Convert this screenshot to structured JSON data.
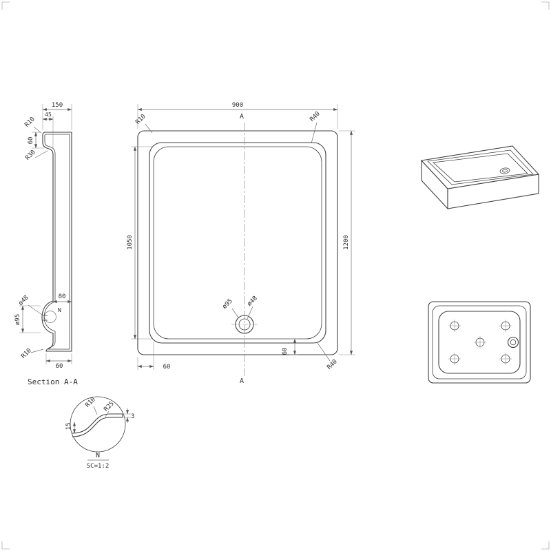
{
  "drawing": {
    "section": {
      "dim_150": "150",
      "dim_45": "45",
      "r10_top": "R10",
      "dim_60_top": "60",
      "r30": "R30",
      "dia_48": "ø48",
      "dia_95": "ø95",
      "dim_80": "80",
      "r10_bottom": "R10",
      "dim_60_bottom": "60",
      "detail_mark": "N",
      "caption": "Section A-A"
    },
    "plan": {
      "dim_900": "900",
      "dim_1050": "1050",
      "dim_1200": "1200",
      "r10": "R10",
      "r40_top": "R40",
      "r40_bottom": "R40",
      "dia_95": "ø95",
      "dia_48": "ø48",
      "dim_60_left": "60",
      "dim_60_right": "60",
      "section_marker_top": "A",
      "section_marker_bottom": "A"
    },
    "detail": {
      "r10": "R10",
      "r25": "R25",
      "dim_15": "15",
      "dim_3": "3",
      "label": "N",
      "scale": "SC=1:2"
    },
    "colors": {
      "line": "#3f3f3f",
      "dim": "#6d6d6d",
      "background": "#ffffff"
    }
  }
}
